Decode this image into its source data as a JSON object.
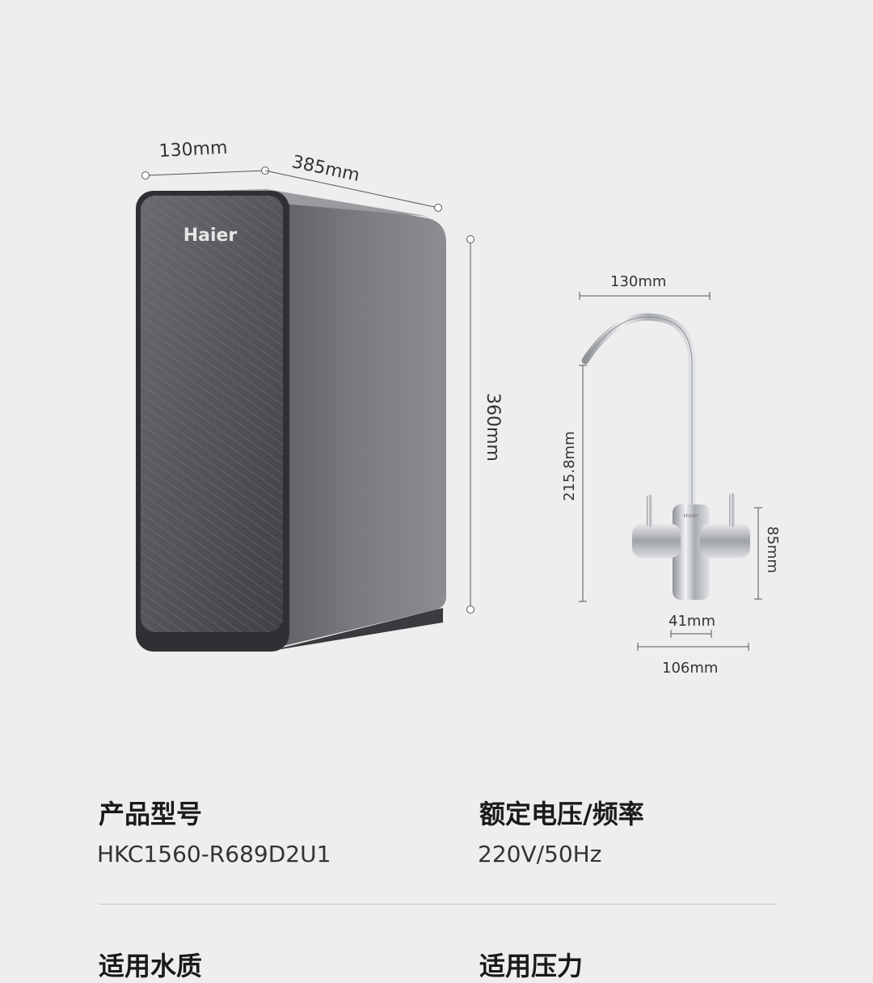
{
  "purifier": {
    "brand": "Haier",
    "dim_width": "130mm",
    "dim_depth": "385mm",
    "dim_height": "360mm"
  },
  "faucet": {
    "dim_spout": "130mm",
    "dim_height": "215.8mm",
    "dim_body_height": "85mm",
    "dim_body_width": "41mm",
    "dim_base_width": "106mm"
  },
  "specs": [
    {
      "label": "产品型号",
      "value": "HKC1560-R689D2U1"
    },
    {
      "label": "额定电压/频率",
      "value": "220V/50Hz"
    },
    {
      "label": "适用水质",
      "value": ""
    },
    {
      "label": "适用压力",
      "value": ""
    }
  ],
  "colors": {
    "background": "#eeeeee",
    "body_dark": "#4a4b4f",
    "chrome": "#c9ccd0"
  }
}
